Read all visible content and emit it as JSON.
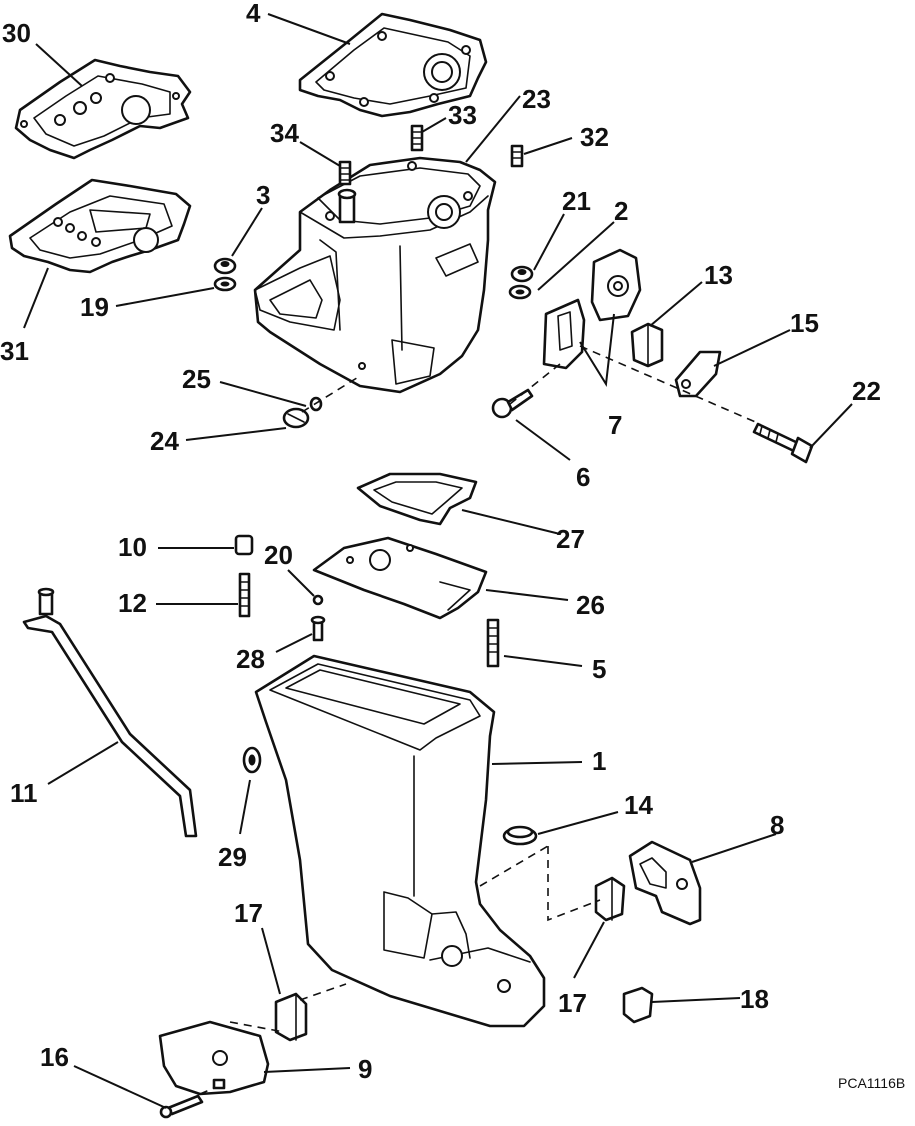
{
  "diagram": {
    "figure_code": "PCA1116B",
    "callouts": {
      "c1": "1",
      "c2": "2",
      "c3": "3",
      "c4": "4",
      "c5": "5",
      "c6": "6",
      "c7": "7",
      "c8": "8",
      "c9": "9",
      "c10": "10",
      "c11": "11",
      "c12": "12",
      "c13": "13",
      "c14": "14",
      "c15": "15",
      "c16": "16",
      "c17a": "17",
      "c17b": "17",
      "c18": "18",
      "c19": "19",
      "c20": "20",
      "c21": "21",
      "c22": "22",
      "c23": "23",
      "c24": "24",
      "c25": "25",
      "c26": "26",
      "c27": "27",
      "c28": "28",
      "c29": "29",
      "c30": "30",
      "c31": "31",
      "c32": "32",
      "c33": "33",
      "c34": "34"
    }
  }
}
